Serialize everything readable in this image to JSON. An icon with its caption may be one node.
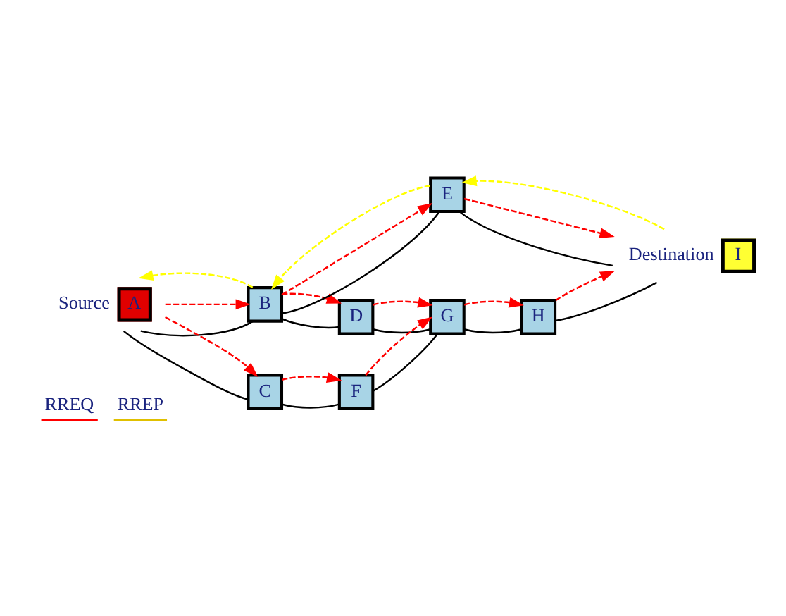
{
  "diagram": {
    "nodes": [
      {
        "text": [
          "A"
        ],
        "beside": [
          "Source"
        ]
      },
      {
        "text": [
          "B"
        ]
      },
      {
        "text": [
          "C"
        ]
      },
      {
        "text": [
          "D"
        ]
      },
      {
        "text": [
          "E"
        ]
      },
      {
        "text": [
          "F"
        ]
      },
      {
        "text": [
          "G"
        ]
      },
      {
        "text": [
          "H"
        ]
      },
      {
        "text": [
          "I"
        ],
        "beside": [
          "Destination"
        ]
      }
    ],
    "edges": [
      {
        "from": 0,
        "to": 1,
        "arrow": "none",
        "color": "#000000"
      },
      {
        "from": 1,
        "to": 4,
        "arrow": "none",
        "color": "#000000"
      },
      {
        "from": 4,
        "to": 8,
        "arrow": "none",
        "color": "#000000"
      },
      {
        "from": 1,
        "to": 3,
        "arrow": "none",
        "color": "#000000"
      },
      {
        "from": 3,
        "to": 6,
        "arrow": "none",
        "color": "#000000"
      },
      {
        "from": 0,
        "to": 2,
        "arrow": "none",
        "color": "#000000"
      },
      {
        "from": 2,
        "to": 5,
        "arrow": "none",
        "color": "#000000"
      },
      {
        "from": 5,
        "to": 6,
        "arrow": "none",
        "color": "#000000"
      },
      {
        "from": 6,
        "to": 7,
        "arrow": "none",
        "color": "#000000"
      },
      {
        "from": 7,
        "to": 8,
        "arrow": "none",
        "color": "#000000"
      },
      {
        "from": 0,
        "to": 1,
        "arrow": "to",
        "style": "dashed",
        "color": "#ff0000"
      },
      {
        "from": 1,
        "to": 4,
        "arrow": "to",
        "style": "dashed",
        "color": "#ff0000"
      },
      {
        "from": 4,
        "to": 8,
        "arrow": "to",
        "style": "dashed",
        "color": "#ff0000"
      },
      {
        "from": 1,
        "to": 3,
        "arrow": "to",
        "style": "dashed",
        "color": "#ff0000"
      },
      {
        "from": 3,
        "to": 6,
        "arrow": "to",
        "style": "dashed",
        "color": "#ff0000"
      },
      {
        "from": 0,
        "to": 2,
        "arrow": "to",
        "style": "dashed",
        "color": "#ff0000"
      },
      {
        "from": 2,
        "to": 5,
        "arrow": "to",
        "style": "dashed",
        "color": "#ff0000"
      },
      {
        "from": 5,
        "to": 6,
        "arrow": "to",
        "style": "dashed",
        "color": "#ff0000"
      },
      {
        "from": 6,
        "to": 7,
        "arrow": "to",
        "style": "dashed",
        "color": "#ff0000"
      },
      {
        "from": 7,
        "to": 8,
        "arrow": "to",
        "style": "dashed",
        "color": "#ff0000"
      },
      {
        "from": 8,
        "to": 4,
        "arrow": "to",
        "style": "dashed",
        "color": "#ffff00"
      },
      {
        "from": 4,
        "to": 1,
        "arrow": "to",
        "style": "dashed",
        "color": "#ffff00"
      },
      {
        "from": 1,
        "to": 0,
        "arrow": "to",
        "style": "dashed",
        "color": "#ffff00"
      }
    ],
    "legend": [
      {
        "text": "RREQ"
      },
      {
        "text": "RREP"
      }
    ]
  }
}
